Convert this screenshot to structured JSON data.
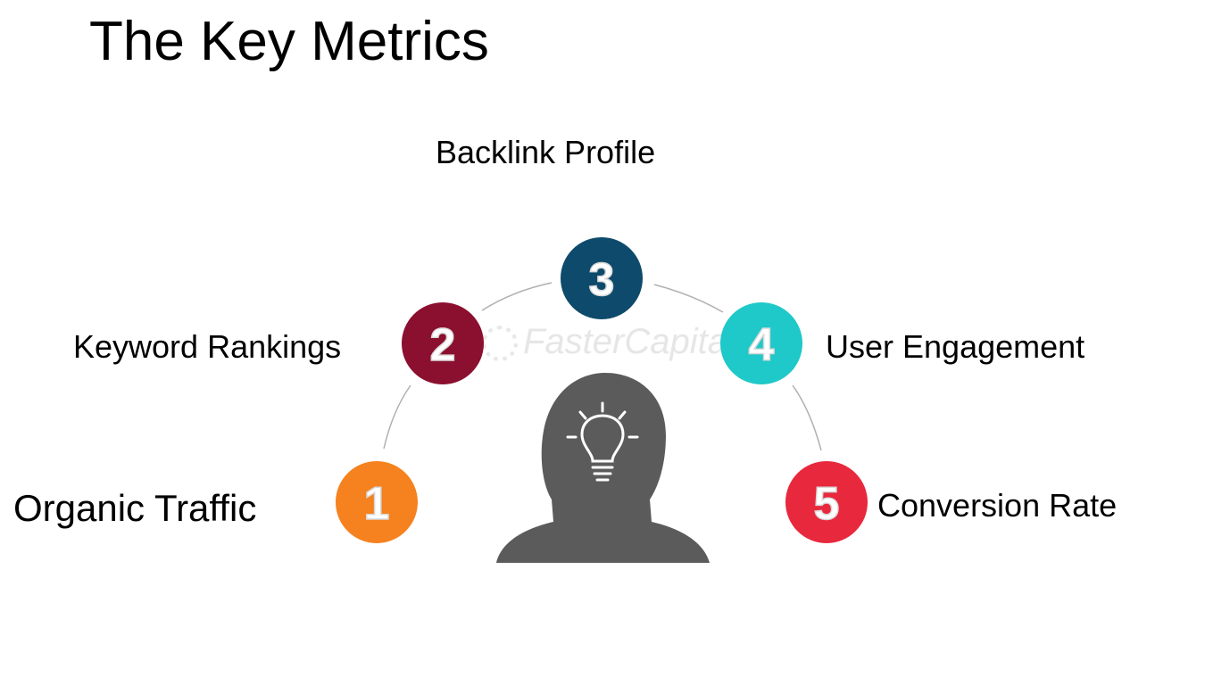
{
  "title": "The Key Metrics",
  "watermark": "FasterCapital",
  "metrics": [
    {
      "number": "1",
      "label": "Organic Traffic",
      "color": "#f5821f"
    },
    {
      "number": "2",
      "label": "Keyword Rankings",
      "color": "#8b0f2e"
    },
    {
      "number": "3",
      "label": "Backlink Profile",
      "color": "#0d4a6b"
    },
    {
      "number": "4",
      "label": "User Engagement",
      "color": "#1fc8c9"
    },
    {
      "number": "5",
      "label": "Conversion Rate",
      "color": "#e8283c"
    }
  ],
  "icons": {
    "center": "head-with-lightbulb-icon"
  },
  "colors": {
    "head": "#5b5b5b",
    "arc": "#b0b0b0",
    "bulb": "#ffffff"
  }
}
